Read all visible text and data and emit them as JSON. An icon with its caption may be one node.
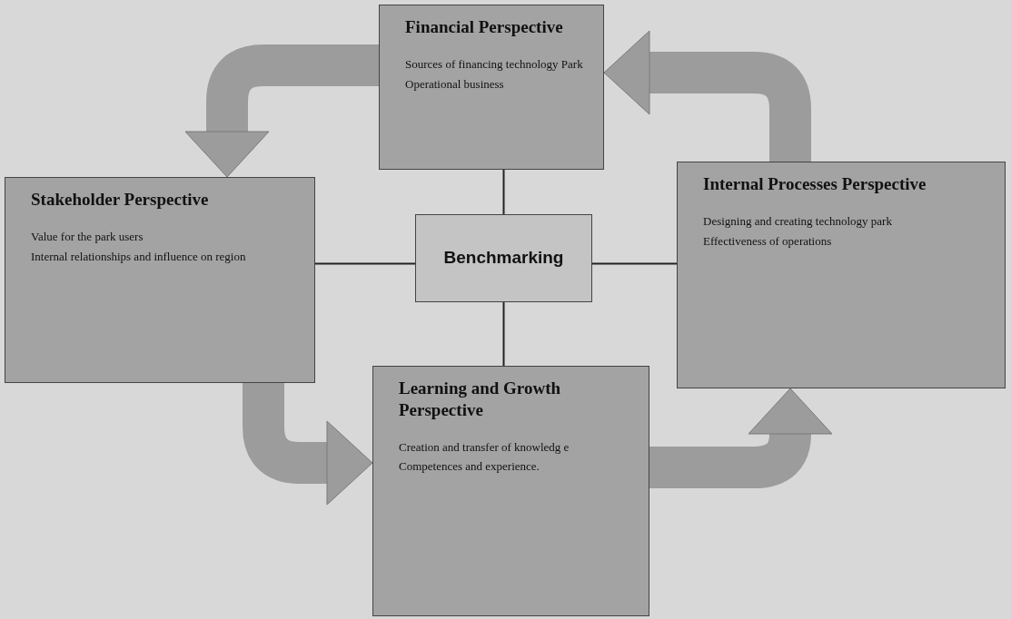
{
  "diagram": {
    "nodes": [
      {
        "text": [
          "Financial Perspective",
          "Sources of financing technology Park",
          "Operational business"
        ]
      },
      {
        "text": [
          "Stakeholder Perspective",
          "Value for the park users",
          "Internal relationships  and influence on region"
        ]
      },
      {
        "text": [
          "Benchmarking"
        ]
      },
      {
        "text": [
          "Internal Processes Perspective",
          "Designing and creating technology park",
          "Effectiveness of operations"
        ]
      },
      {
        "text": [
          "Learning and Growth Perspective",
          "Creation and  transfer of knowledg e",
          "Competences and experience."
        ]
      }
    ],
    "edges": [
      {
        "from": 0,
        "to": 1,
        "arrow": "to",
        "style": "thick"
      },
      {
        "from": 1,
        "to": 4,
        "arrow": "to",
        "style": "thick"
      },
      {
        "from": 4,
        "to": 3,
        "arrow": "to",
        "style": "thick"
      },
      {
        "from": 3,
        "to": 0,
        "arrow": "to",
        "style": "thick"
      },
      {
        "from": 2,
        "to": 0,
        "arrow": "none",
        "color": "#222222"
      },
      {
        "from": 2,
        "to": 1,
        "arrow": "none",
        "color": "#222222"
      },
      {
        "from": 2,
        "to": 3,
        "arrow": "none",
        "color": "#222222"
      },
      {
        "from": 2,
        "to": 4,
        "arrow": "none",
        "color": "#222222"
      }
    ]
  }
}
